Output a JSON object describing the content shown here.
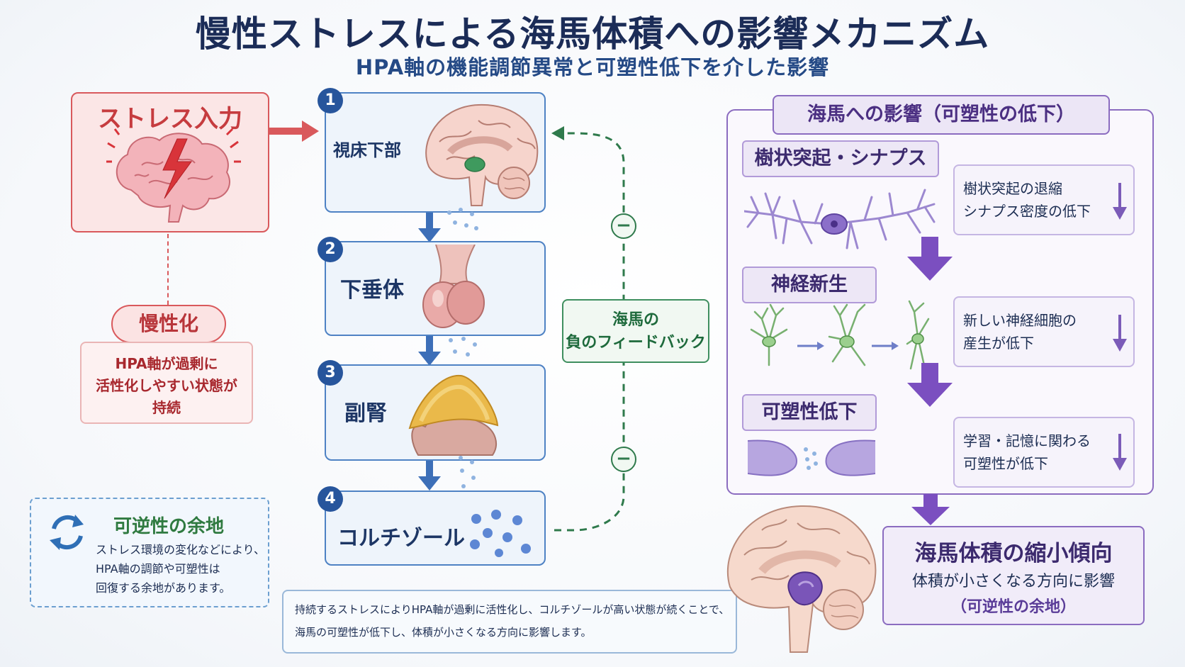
{
  "title": "慢性ストレスによる海馬体積への影響メカニズム",
  "subtitle": "HPA軸の機能調節異常と可塑性低下を介した影響",
  "stress": {
    "title": "ストレス入力",
    "chronic_label": "慢性化",
    "chronic_text": [
      "HPA軸が過剰に",
      "活性化しやすい状態が",
      "持続"
    ]
  },
  "reversibility": {
    "title": "可逆性の余地",
    "text": [
      "ストレス環境の変化などにより、",
      "HPA軸の調節や可塑性は",
      "回復する余地があります。"
    ]
  },
  "hpa_steps": [
    {
      "num": "1",
      "label": "視床下部"
    },
    {
      "num": "2",
      "label": "下垂体"
    },
    {
      "num": "3",
      "label": "副腎"
    },
    {
      "num": "4",
      "label": "コルチゾール"
    }
  ],
  "feedback": {
    "minus": "−",
    "label": [
      "海馬の",
      "負のフィードバック"
    ]
  },
  "note": [
    "持続するストレスによりHPA軸が過剰に活性化し、コルチゾールが高い状態が続くことで、",
    "海馬の可塑性が低下し、体積が小さくなる方向に影響します。"
  ],
  "hippocampus": {
    "panel_title": "海馬への影響（可塑性の低下）",
    "sections": [
      {
        "title": "樹状突起・シナプス",
        "effect": [
          "樹状突起の退縮",
          "シナプス密度の低下"
        ]
      },
      {
        "title": "神経新生",
        "effect": [
          "新しい神経細胞の",
          "産生が低下"
        ]
      },
      {
        "title": "可塑性低下",
        "effect": [
          "学習・記憶に関わる",
          "可塑性が低下"
        ]
      }
    ]
  },
  "result": {
    "title": "海馬体積の縮小傾向",
    "text": "体積が小さくなる方向に影響",
    "sub": "（可逆性の余地）"
  },
  "colors": {
    "navy": "#1b2c57",
    "stress_red": "#d9595c",
    "hpa_blue": "#4e82c4",
    "feedback_green": "#3f8f5f",
    "hippo_purple": "#8b6cc0"
  }
}
